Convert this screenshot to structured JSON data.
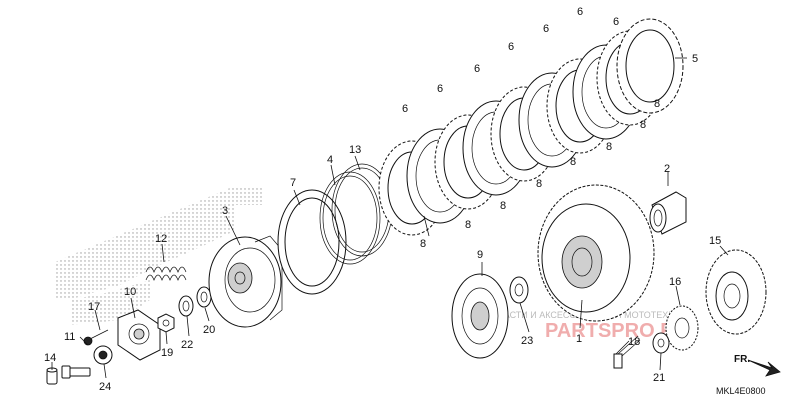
{
  "diagram": {
    "code": "MKL4E0800",
    "direction_label": "FR.",
    "watermark_text": "ЗАПЧАСТИ И АКСЕССУАРЫ ДЛЯ МОТОТЕХНИКИ",
    "watermark_logo": "PARTSPRO.RU"
  },
  "callouts": [
    {
      "id": "c1",
      "label": "1"
    },
    {
      "id": "c2",
      "label": "2"
    },
    {
      "id": "c3",
      "label": "3"
    },
    {
      "id": "c4",
      "label": "4"
    },
    {
      "id": "c5",
      "label": "5"
    },
    {
      "id": "c6a",
      "label": "6"
    },
    {
      "id": "c6b",
      "label": "6"
    },
    {
      "id": "c6c",
      "label": "6"
    },
    {
      "id": "c6d",
      "label": "6"
    },
    {
      "id": "c6e",
      "label": "6"
    },
    {
      "id": "c6f",
      "label": "6"
    },
    {
      "id": "c6g",
      "label": "6"
    },
    {
      "id": "c7",
      "label": "7"
    },
    {
      "id": "c8a",
      "label": "8"
    },
    {
      "id": "c8b",
      "label": "8"
    },
    {
      "id": "c8c",
      "label": "8"
    },
    {
      "id": "c8d",
      "label": "8"
    },
    {
      "id": "c8e",
      "label": "8"
    },
    {
      "id": "c8f",
      "label": "8"
    },
    {
      "id": "c8g",
      "label": "8"
    },
    {
      "id": "c8h",
      "label": "8"
    },
    {
      "id": "c9",
      "label": "9"
    },
    {
      "id": "c10",
      "label": "10"
    },
    {
      "id": "c11",
      "label": "11"
    },
    {
      "id": "c12",
      "label": "12"
    },
    {
      "id": "c13",
      "label": "13"
    },
    {
      "id": "c14",
      "label": "14"
    },
    {
      "id": "c15",
      "label": "15"
    },
    {
      "id": "c16",
      "label": "16"
    },
    {
      "id": "c17",
      "label": "17"
    },
    {
      "id": "c18",
      "label": "18"
    },
    {
      "id": "c19",
      "label": "19"
    },
    {
      "id": "c20",
      "label": "20"
    },
    {
      "id": "c21",
      "label": "21"
    },
    {
      "id": "c22",
      "label": "22"
    },
    {
      "id": "c23",
      "label": "23"
    },
    {
      "id": "c24",
      "label": "24"
    }
  ]
}
